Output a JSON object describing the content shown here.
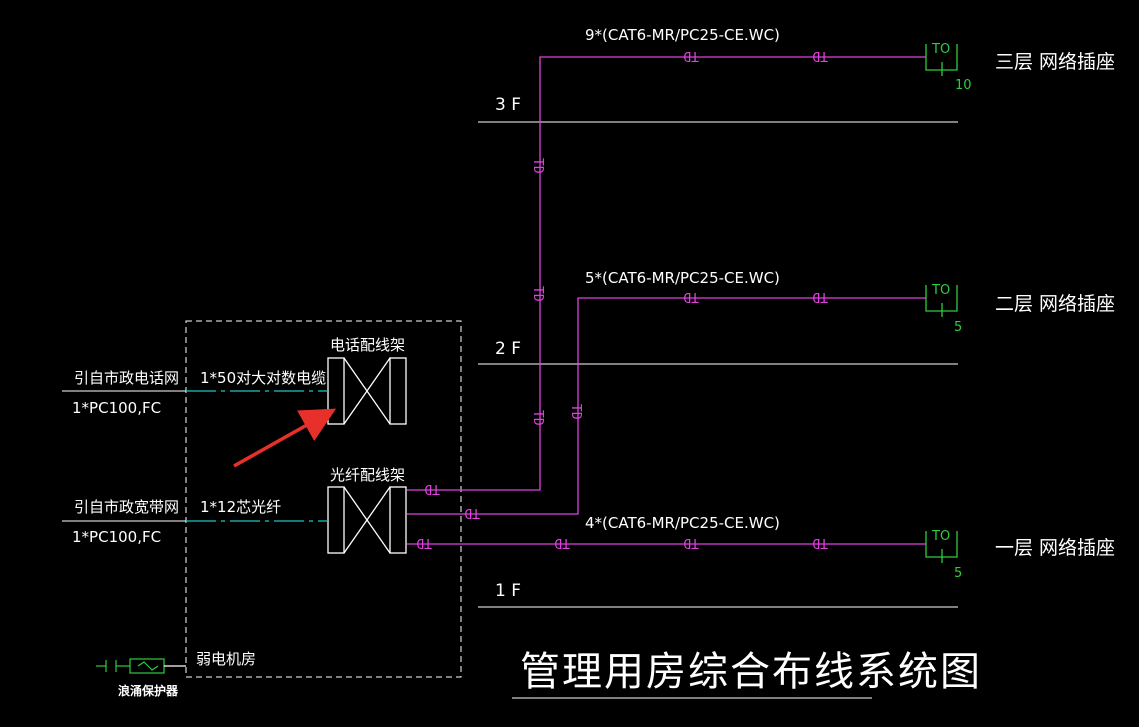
{
  "diagram": {
    "title": "管理用房综合布线系统图",
    "floors": {
      "f3": "3 F",
      "f2": "2 F",
      "f1": "1 F"
    },
    "cables": {
      "c3": "9*(CAT6-MR/PC25-CE.WC)",
      "c2": "5*(CAT6-MR/PC25-CE.WC)",
      "c1": "4*(CAT6-MR/PC25-CE.WC)"
    },
    "outlets": {
      "to_label": "TO",
      "f3_count": "10",
      "f2_count": "5",
      "f1_count": "5",
      "f3_name": "三层 网络插座",
      "f2_name": "二层 网络插座",
      "f1_name": "一层 网络插座"
    },
    "td_label": "TD",
    "tel": {
      "source": "引自市政电话网",
      "pipe": "1*PC100,FC",
      "cable": "1*50对大对数电缆",
      "frame": "电话配线架"
    },
    "broadband": {
      "source": "引自市政宽带网",
      "pipe": "1*PC100,FC",
      "cable": "1*12芯光纤",
      "frame": "光纤配线架"
    },
    "room": "弱电机房",
    "surge": "浪涌保护器"
  },
  "colors": {
    "cable": "#e040e0",
    "outlet": "#2ecc40",
    "entry": "#22c4c4",
    "arrow": "#e8302a"
  }
}
